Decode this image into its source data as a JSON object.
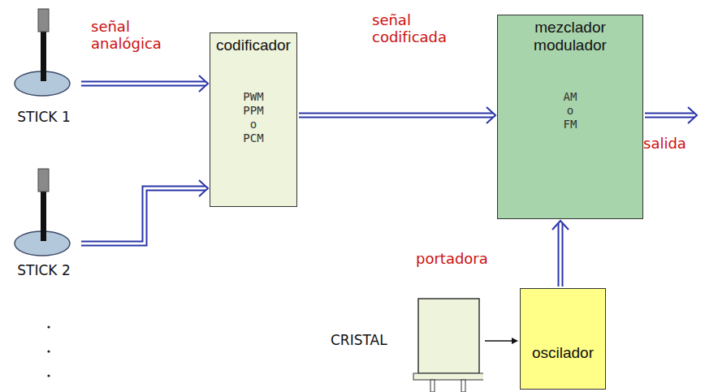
{
  "diagram": {
    "nodes": [
      {
        "text": [
          "STICK 1"
        ]
      },
      {
        "text": [
          "codificador",
          "PWM PPM o PCM"
        ]
      },
      {
        "text": [
          "mezclador modulador",
          "AM o FM"
        ]
      },
      {
        "text": [
          "STICK 2"
        ]
      },
      {
        "text": [
          "CRISTAL"
        ]
      },
      {
        "text": [
          "oscilador"
        ]
      }
    ],
    "edges": [
      {
        "from": 0,
        "to": 1,
        "arrow": "to",
        "label": "señal analógica"
      },
      {
        "from": 3,
        "to": 1,
        "arrow": "to"
      },
      {
        "from": 1,
        "to": 2,
        "arrow": "to",
        "label": "señal codificada"
      },
      {
        "from": 5,
        "to": 2,
        "arrow": "to",
        "label": "portadora"
      },
      {
        "from": 4,
        "to": 5,
        "arrow": "to"
      }
    ],
    "labels": [
      "salida"
    ]
  }
}
